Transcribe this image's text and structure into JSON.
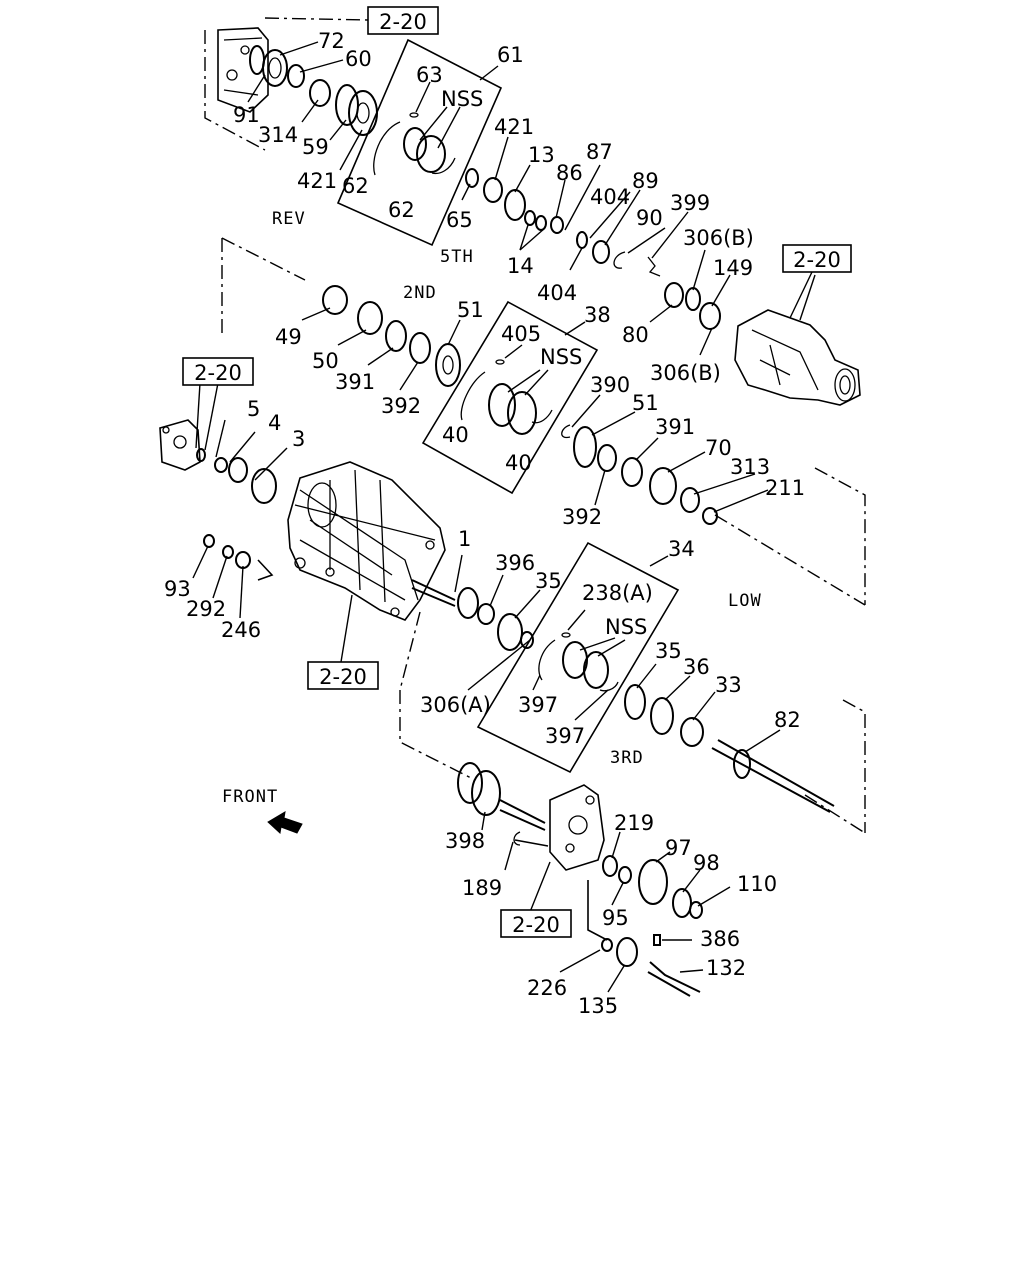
{
  "diagram": {
    "ref_boxes": [
      "2-20",
      "2-20",
      "2-20",
      "2-20",
      "2-20"
    ],
    "section_labels": [
      "REV",
      "5TH",
      "2ND",
      "LOW",
      "3RD",
      "FRONT"
    ],
    "callouts": [
      "72",
      "60",
      "91",
      "314",
      "59",
      "421",
      "62",
      "62",
      "63",
      "NSS",
      "61",
      "65",
      "421",
      "13",
      "86",
      "87",
      "89",
      "404",
      "90",
      "399",
      "14",
      "404",
      "306(B)",
      "149",
      "80",
      "306(B)",
      "49",
      "50",
      "391",
      "392",
      "51",
      "405",
      "38",
      "NSS",
      "40",
      "40",
      "390",
      "51",
      "391",
      "70",
      "313",
      "211",
      "392",
      "5",
      "4",
      "3",
      "93",
      "292",
      "246",
      "1",
      "396",
      "35",
      "34",
      "238(A)",
      "NSS",
      "306(A)",
      "397",
      "397",
      "35",
      "36",
      "33",
      "82",
      "398",
      "189",
      "219",
      "97",
      "98",
      "110",
      "95",
      "386",
      "132",
      "226",
      "135"
    ]
  }
}
